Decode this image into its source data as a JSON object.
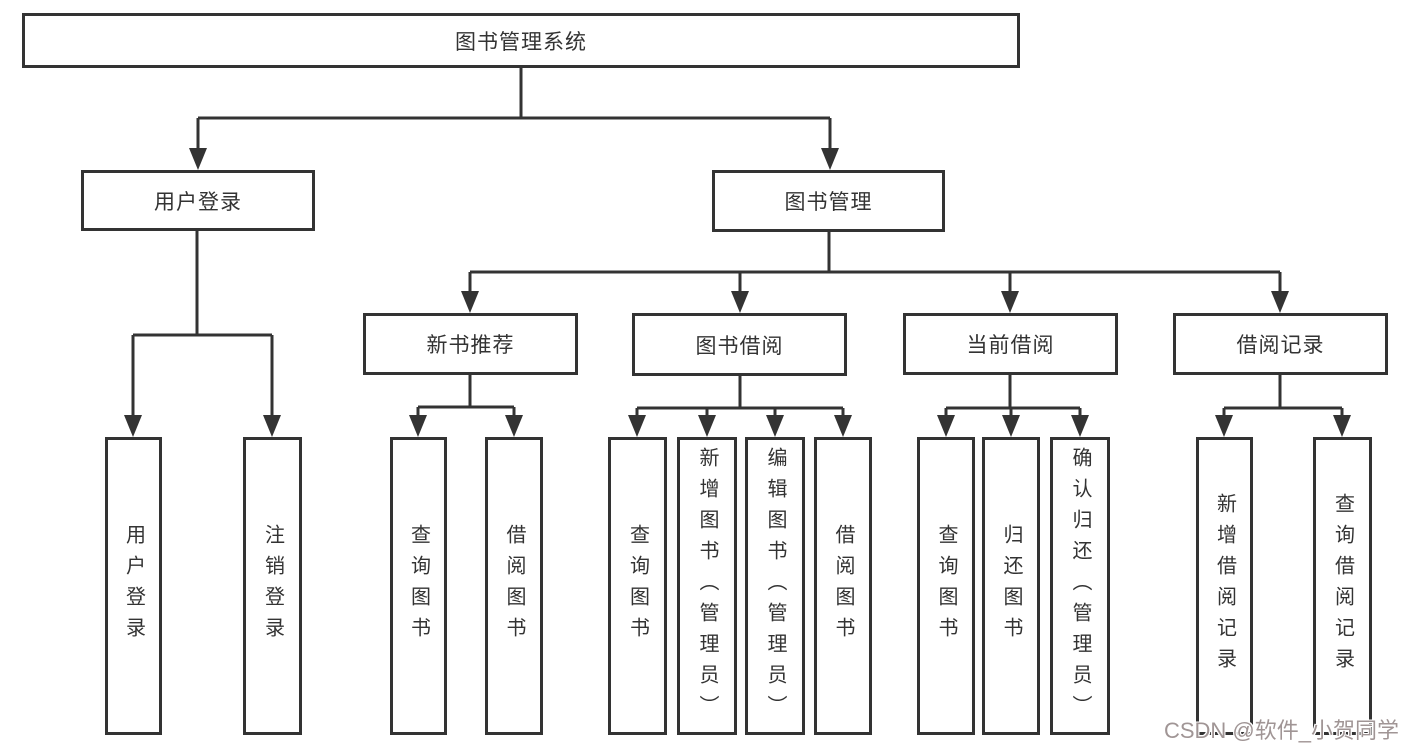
{
  "diagram_type": "hierarchy-tree",
  "tree": {
    "label": "图书管理系统",
    "children": [
      {
        "label": "用户登录",
        "children": [
          {
            "label": "用户登录"
          },
          {
            "label": "注销登录"
          }
        ]
      },
      {
        "label": "图书管理",
        "children": [
          {
            "label": "新书推荐",
            "children": [
              {
                "label": "查询图书"
              },
              {
                "label": "借阅图书"
              }
            ]
          },
          {
            "label": "图书借阅",
            "children": [
              {
                "label": "查询图书"
              },
              {
                "label": "新增图书（管理员）"
              },
              {
                "label": "编辑图书（管理员）"
              },
              {
                "label": "借阅图书"
              }
            ]
          },
          {
            "label": "当前借阅",
            "children": [
              {
                "label": "查询图书"
              },
              {
                "label": "归还图书"
              },
              {
                "label": "确认归还（管理员）"
              }
            ]
          },
          {
            "label": "借阅记录",
            "children": [
              {
                "label": "新增借阅记录"
              },
              {
                "label": "查询借阅记录"
              }
            ]
          }
        ]
      }
    ]
  },
  "watermark": "CSDN @软件_小贺同学",
  "colors": {
    "line": "#333333",
    "box_border": "#333333",
    "text": "#333333",
    "background": "#ffffff",
    "watermark": "#a09595"
  }
}
